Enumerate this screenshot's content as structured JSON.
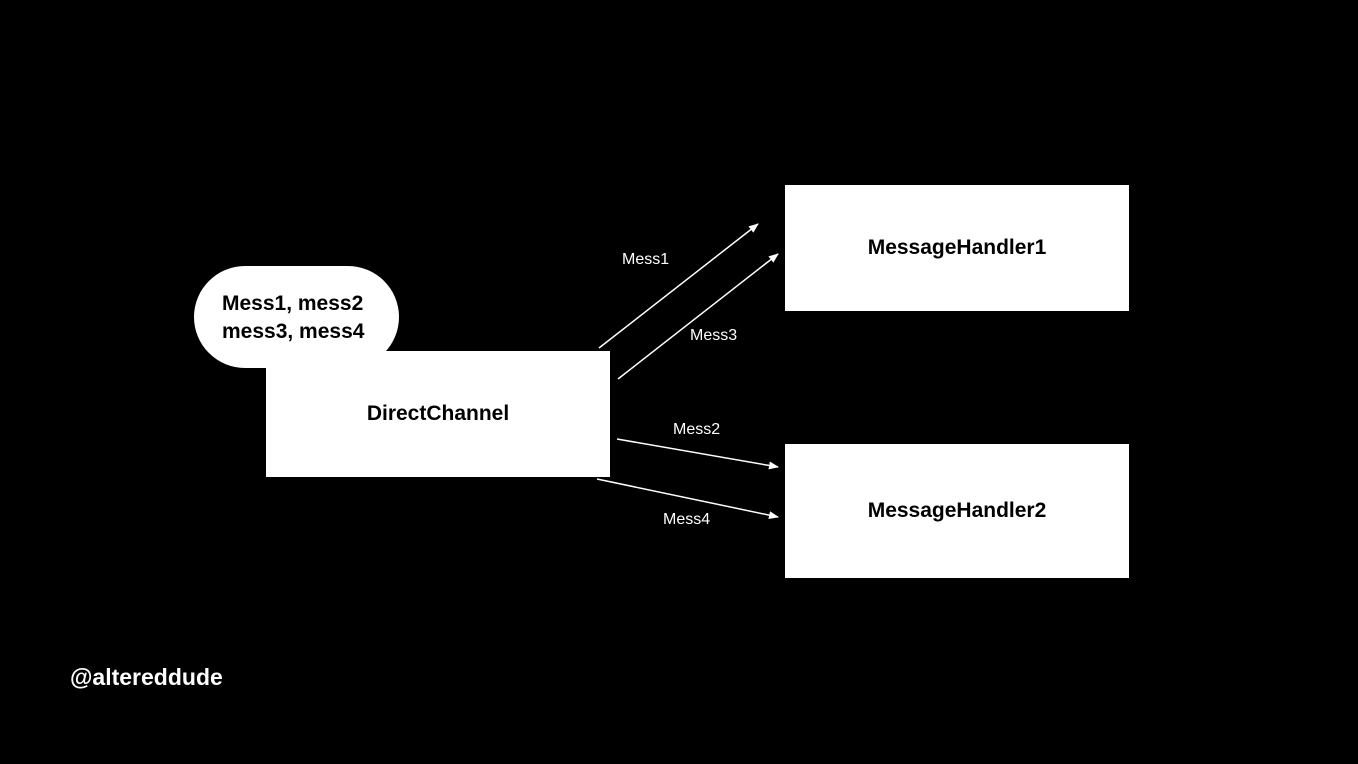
{
  "queue": {
    "line1": "Mess1, mess2",
    "line2": "mess3, mess4"
  },
  "nodes": {
    "channel": "DirectChannel",
    "handler1": "MessageHandler1",
    "handler2": "MessageHandler2"
  },
  "edges": {
    "mess1": "Mess1",
    "mess3": "Mess3",
    "mess2": "Mess2",
    "mess4": "Mess4"
  },
  "watermark": "@altereddude",
  "colors": {
    "background": "#000000",
    "foreground": "#ffffff",
    "text": "#000000"
  }
}
